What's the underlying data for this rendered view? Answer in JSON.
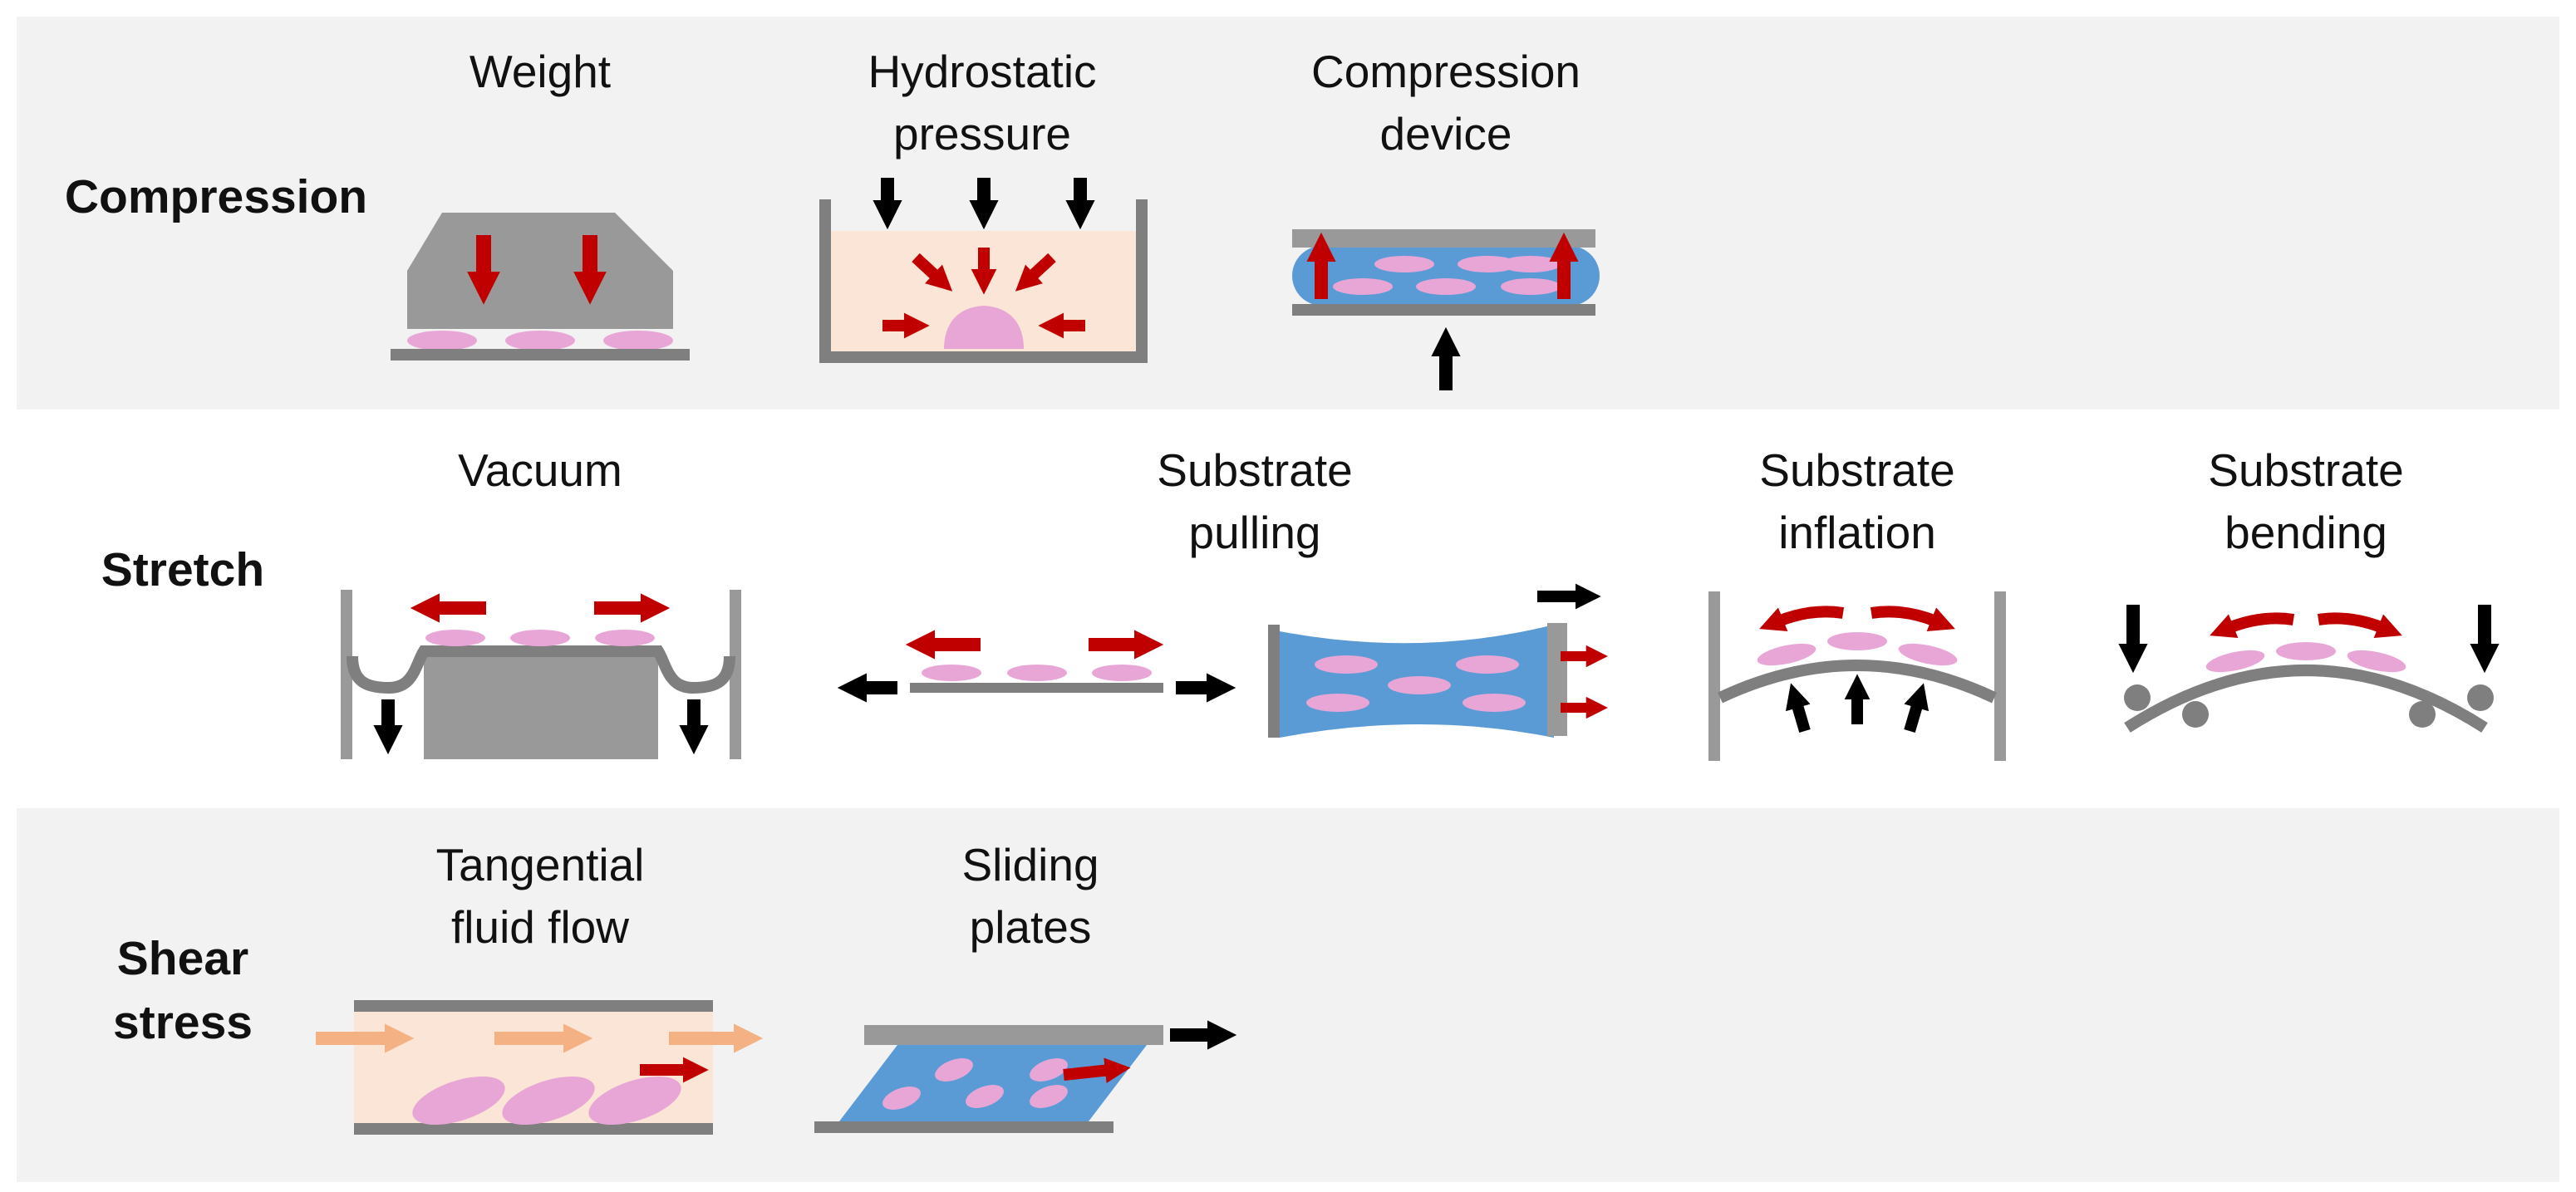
{
  "rows": {
    "compression": {
      "label": "Compression",
      "panels": {
        "weight": [
          "Weight"
        ],
        "hydrostatic": [
          "Hydrostatic",
          "pressure"
        ],
        "device": [
          "Compression",
          "device"
        ]
      }
    },
    "stretch": {
      "label": "Stretch",
      "panels": {
        "vacuum": [
          "Vacuum"
        ],
        "pulling": [
          "Substrate",
          "pulling"
        ],
        "inflation": [
          "Substrate",
          "inflation"
        ],
        "bending": [
          "Substrate",
          "bending"
        ]
      }
    },
    "shear": {
      "label": [
        "Shear",
        "stress"
      ],
      "panels": {
        "flow": [
          "Tangential",
          "fluid flow"
        ],
        "plates": [
          "Sliding",
          "plates"
        ]
      }
    }
  },
  "colors": {
    "band": "#f2f2f2",
    "gray": "#999999",
    "darkgray": "#7f7f7f",
    "cell": "#e8a6d7",
    "red": "#c00000",
    "black": "#000000",
    "blue": "#5b9bd5",
    "liquid": "#fbe5d6",
    "flowArrow": "#f4b183"
  }
}
